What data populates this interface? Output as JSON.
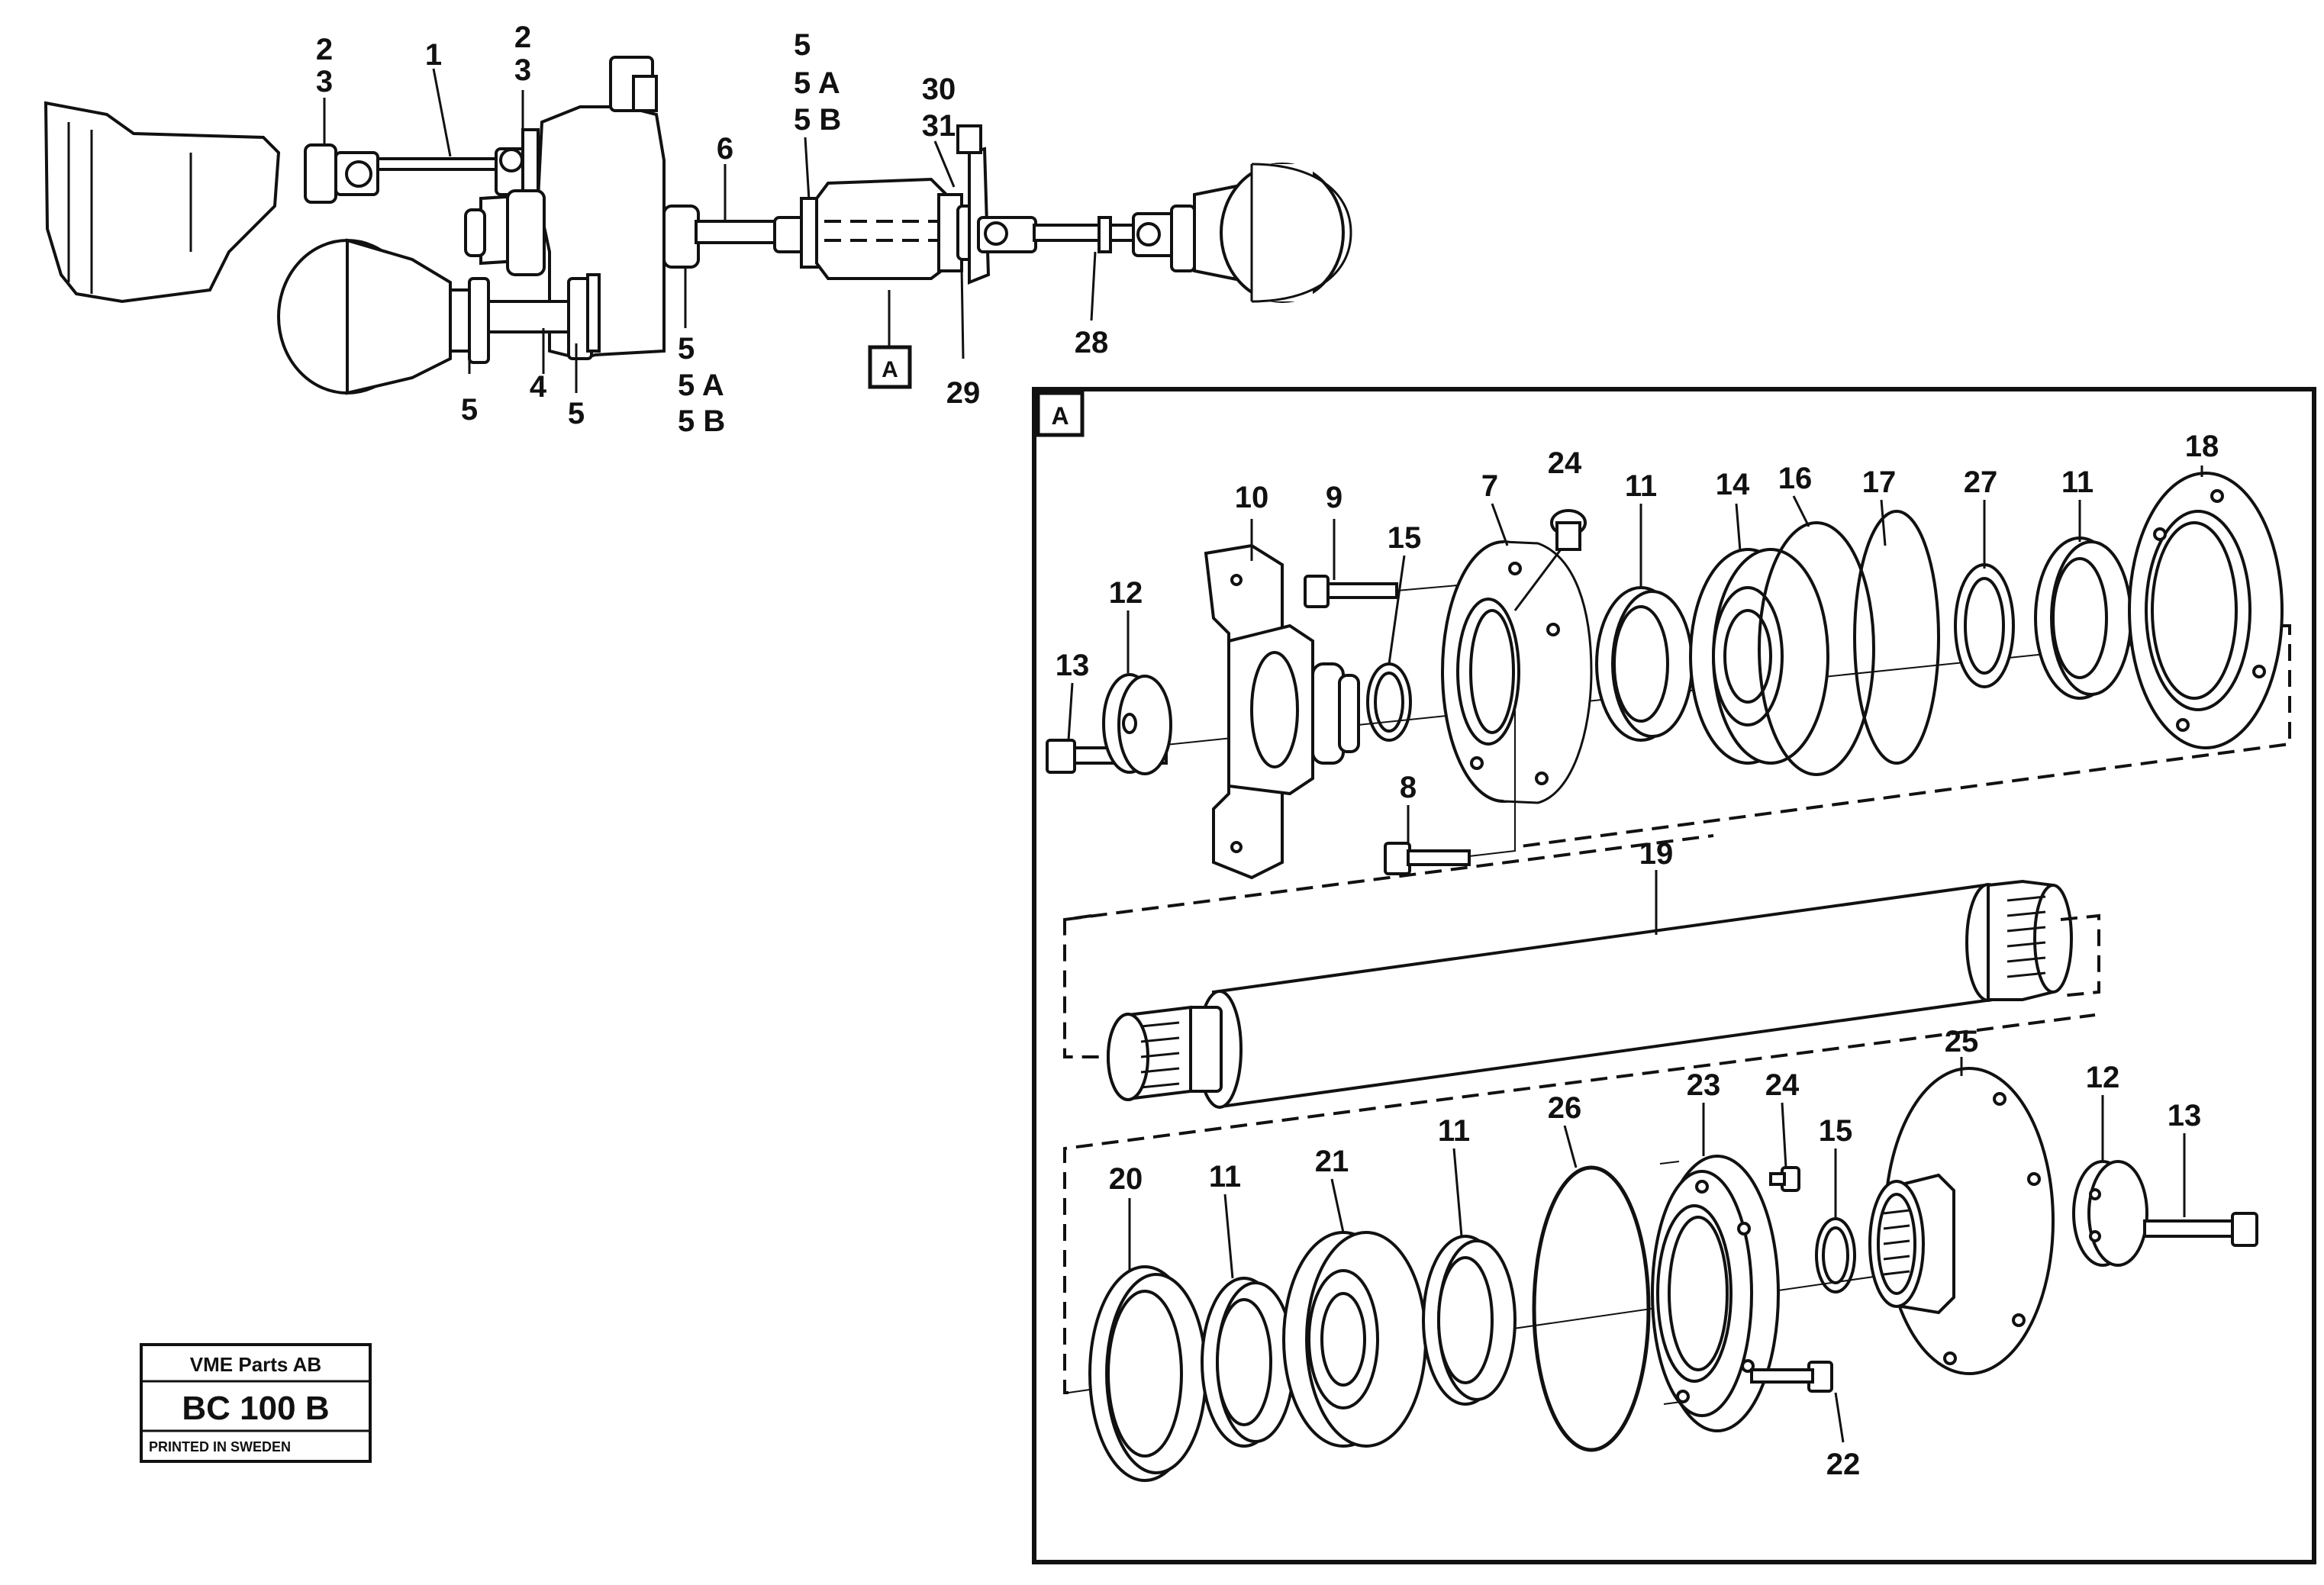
{
  "callout_labels": {
    "top_2a": "2",
    "top_3a": "3",
    "top_1": "1",
    "top_2b": "2",
    "top_3b": "3",
    "top_5": "5",
    "top_5A": "5 A",
    "top_5B": "5 B",
    "top_6": "6",
    "top_30": "30",
    "top_31": "31",
    "top_28": "28",
    "top_29": "29",
    "bottom_5a": "5",
    "bottom_4": "4",
    "bottom_5b": "5",
    "bottom_5c": "5",
    "bottom_5A": "5 A",
    "bottom_5B": "5 B",
    "det_10": "10",
    "det_9": "9",
    "det_15a": "15",
    "det_7": "7",
    "det_24a": "24",
    "det_11a": "11",
    "det_14": "14",
    "det_16": "16",
    "det_17": "17",
    "det_27": "27",
    "det_11b": "11",
    "det_18": "18",
    "det_12a": "12",
    "det_13a": "13",
    "det_8": "8",
    "det_19": "19",
    "det_20": "20",
    "det_11c": "11",
    "det_21": "21",
    "det_11d": "11",
    "det_26": "26",
    "det_23": "23",
    "det_24b": "24",
    "det_15b": "15",
    "det_25": "25",
    "det_12b": "12",
    "det_13b": "13",
    "det_22": "22"
  },
  "view_marker_label": "A",
  "detail_frame_label": "A",
  "title_block": {
    "company": "VME Parts AB",
    "drawing_code": "BC 100 B",
    "printed_note": "PRINTED IN SWEDEN"
  }
}
